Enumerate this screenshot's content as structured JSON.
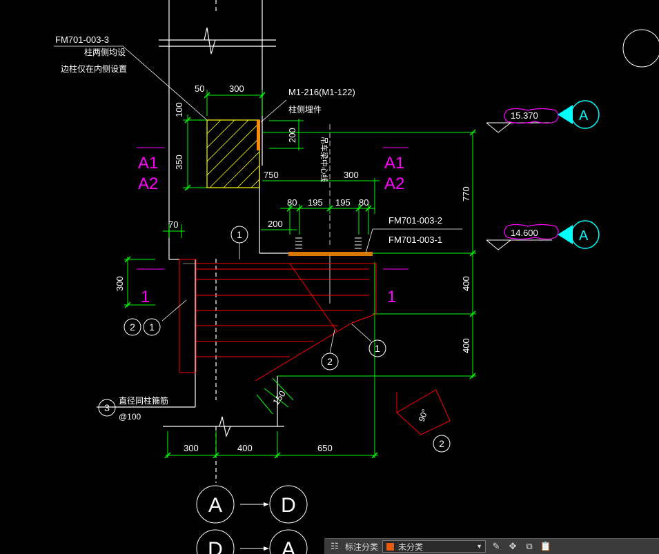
{
  "colors": {
    "background": "#000000",
    "white": "#ffffff",
    "green": "#00ff00",
    "yellow": "#ffff00",
    "magenta": "#ff00ff",
    "red": "#ff0000",
    "cyan": "#00ffff",
    "orange": "#ff8c00",
    "category_swatch": "#e85a10"
  },
  "drawing": {
    "labels": {
      "fm3": "FM701-003-3",
      "note1": "柱两侧均设",
      "note2": "边柱仅在内侧设置",
      "m1": "M1-216(M1-122)",
      "m1_note": "柱侧埋件",
      "fm2": "FM701-003-2",
      "fm1": "FM701-003-1",
      "beam_axis": "吊车梁中心线",
      "tie_bar": "直径同柱箍筋",
      "tie_spacing": "@100",
      "angle": "90°"
    },
    "dims": {
      "d50": "50",
      "d300_top": "300",
      "d100": "100",
      "d350": "350",
      "d200_a": "200",
      "d750": "750",
      "d300_mid": "300",
      "d80_a": "80",
      "d195_a": "195",
      "d195_b": "195",
      "d80_b": "80",
      "d200_b": "200",
      "d70": "70",
      "d300_left": "300",
      "d770": "770",
      "d400_a": "400",
      "d400_b": "400",
      "d150": "150",
      "b300": "300",
      "b400": "400",
      "b650": "650"
    },
    "section_marks": {
      "a1_left": "A1",
      "a2_left": "A2",
      "a1_right": "A1",
      "a2_right": "A2",
      "one_left": "1",
      "one_right": "1"
    },
    "elevations": {
      "upper": "15.370",
      "lower": "14.600",
      "axis_upper": "A",
      "axis_lower": "A"
    },
    "callouts": {
      "c1_top": "1",
      "c2_left": "2",
      "c1_left": "1",
      "c2_mid": "2",
      "c1_right": "1",
      "c3": "3",
      "c2_detail": "2"
    },
    "axes": {
      "row1_from": "A",
      "row1_to": "D",
      "row2_from": "D",
      "row2_to": "A"
    }
  },
  "toolbar": {
    "category_label": "标注分类",
    "category_value": "未分类",
    "icons": [
      "group-icon",
      "edit-icon",
      "move-icon",
      "copy-icon",
      "paste-icon"
    ]
  }
}
